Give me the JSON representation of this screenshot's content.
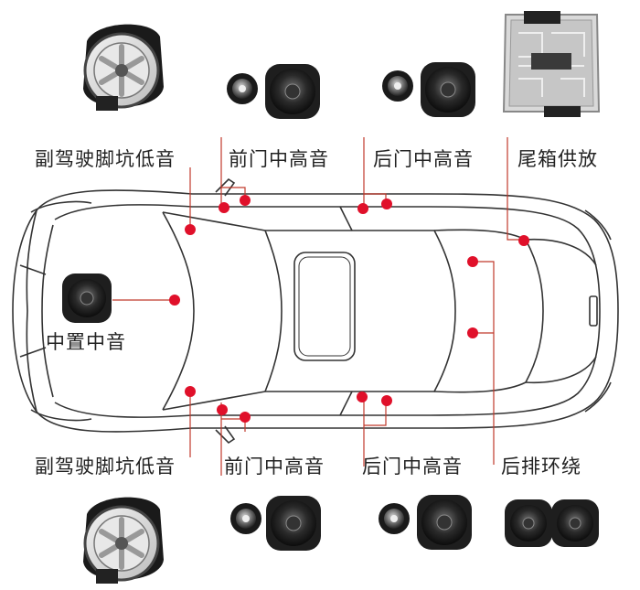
{
  "labels": {
    "passenger_footwell_woofer_top": "副驾驶脚坑低音",
    "front_door_mid_high_top": "前门中高音",
    "rear_door_mid_high_top": "后门中高音",
    "trunk_amplifier": "尾箱供放",
    "center_midrange": "中置中音",
    "passenger_footwell_woofer_bottom": "副驾驶脚坑低音",
    "front_door_mid_high_bottom": "前门中高音",
    "rear_door_mid_high_bottom": "后门中高音",
    "rear_surround": "后排环绕"
  },
  "colors": {
    "marker": "#e0102a",
    "leader": "#c0392b",
    "car_outline": "#333333"
  },
  "icons": {
    "subwoofer": "subwoofer-icon",
    "tweeter": "tweeter-icon",
    "midrange": "midrange-speaker-icon",
    "amplifier": "amplifier-icon"
  }
}
